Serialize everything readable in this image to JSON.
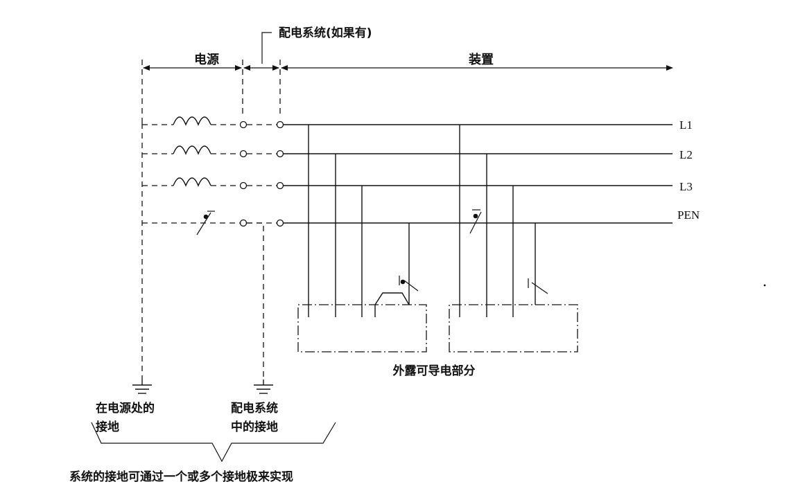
{
  "labels": {
    "distribution_system_optional": "配电系统(如果有)",
    "power_source": "电源",
    "installation": "装置",
    "exposed_conductive_parts": "外露可导电部分",
    "earthing_at_source_line1": "在电源处的",
    "earthing_at_source_line2": "接地",
    "earthing_in_distribution_line1": "配电系统",
    "earthing_in_distribution_line2": "中的接地",
    "system_earthing_note": "系统的接地可通过一个或多个接地极来实现"
  },
  "conductors": [
    {
      "id": "L1",
      "label": "L1"
    },
    {
      "id": "L2",
      "label": "L2"
    },
    {
      "id": "L3",
      "label": "L3"
    },
    {
      "id": "PEN",
      "label": "PEN"
    }
  ]
}
